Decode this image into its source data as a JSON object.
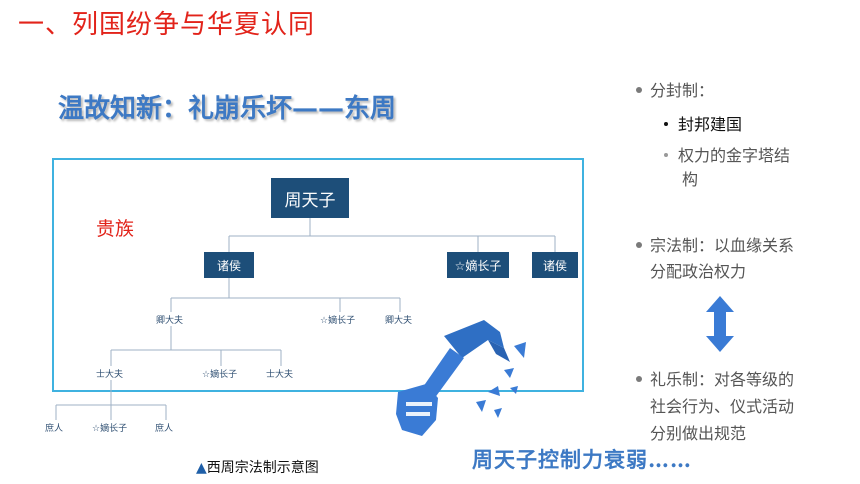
{
  "heading": "一、列国纷争与华夏认同",
  "subtitle": "温故知新：礼崩乐坏——东周",
  "diagram": {
    "noble_label": "贵族",
    "king": "周天子",
    "lord_left": "诸侯",
    "heir_top": "☆嫡长子",
    "lord_right": "诸侯",
    "minister_left": "卿大夫",
    "heir_mid": "☆嫡长子",
    "minister_right": "卿大夫",
    "scholar_left": "士大夫",
    "heir_low": "☆嫡长子",
    "scholar_right": "士大夫",
    "commoner_left": "庶人",
    "heir_bottom": "☆嫡长子",
    "commoner_right": "庶人",
    "caption_marker": "▲",
    "caption": "西周宗法制示意图"
  },
  "decline_text": "周天子控制力衰弱……",
  "bullets": {
    "fengjian_title": "分封制：",
    "fengjian_sub1": "封邦建国",
    "fengjian_sub2_line1": "权力的金字塔结",
    "fengjian_sub2_line2": "构",
    "zongfa_line1": "宗法制：以血缘关系",
    "zongfa_line2": "分配政治权力",
    "liyue_line1": "礼乐制：对各等级的",
    "liyue_line2": "社会行为、仪式活动",
    "liyue_line3": "分别做出规范"
  },
  "colors": {
    "heading_red": "#e2231a",
    "title_blue": "#3d79c4",
    "node_navy": "#1d4e79",
    "frame_cyan": "#3fb2e0",
    "arrow_blue": "#3a7bd5"
  },
  "icons": [
    "hammer-icon",
    "fist-icon",
    "double-arrow-icon",
    "triangle-icon"
  ]
}
